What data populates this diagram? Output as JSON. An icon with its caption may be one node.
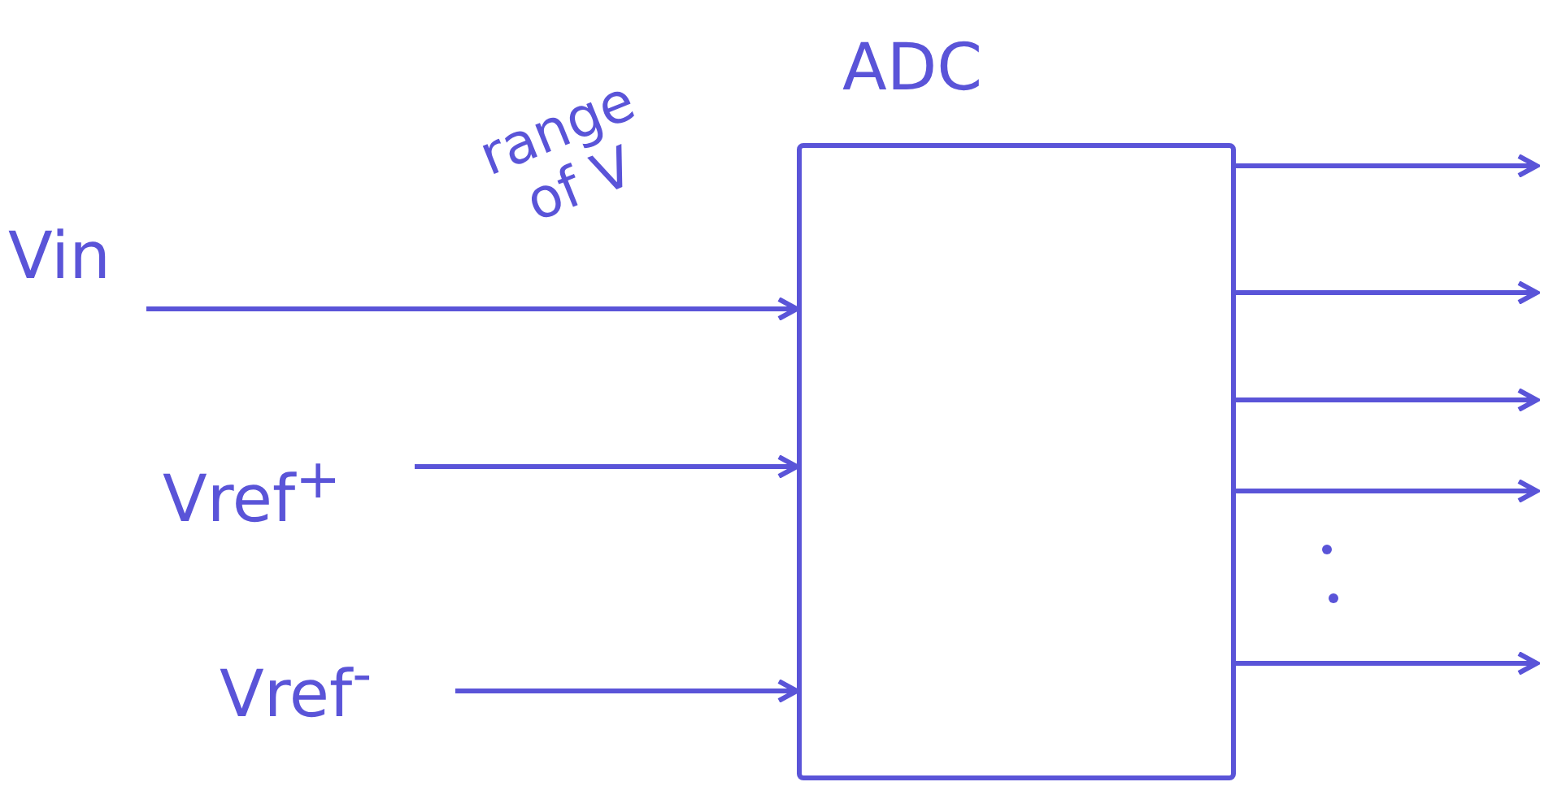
{
  "diagram": {
    "nodes": [
      {
        "text": [
          "ADC"
        ]
      },
      {
        "text": [
          "Vin"
        ]
      },
      {
        "text": [
          "Vref$^{+}$"
        ]
      },
      {
        "text": [
          "Vref$^{-}$"
        ]
      }
    ],
    "edges": [
      {
        "from": 1,
        "to": 0,
        "arrow": "to",
        "label": "range of V"
      },
      {
        "from": 2,
        "to": 0,
        "arrow": "to"
      },
      {
        "from": 3,
        "to": 0,
        "arrow": "to"
      },
      {
        "from": 0,
        "to": null,
        "arrow": "to"
      },
      {
        "from": 0,
        "to": null,
        "arrow": "to"
      },
      {
        "from": 0,
        "to": null,
        "arrow": "to"
      },
      {
        "from": 0,
        "to": null,
        "arrow": "to"
      },
      {
        "from": 0,
        "to": null,
        "arrow": "to"
      }
    ]
  }
}
